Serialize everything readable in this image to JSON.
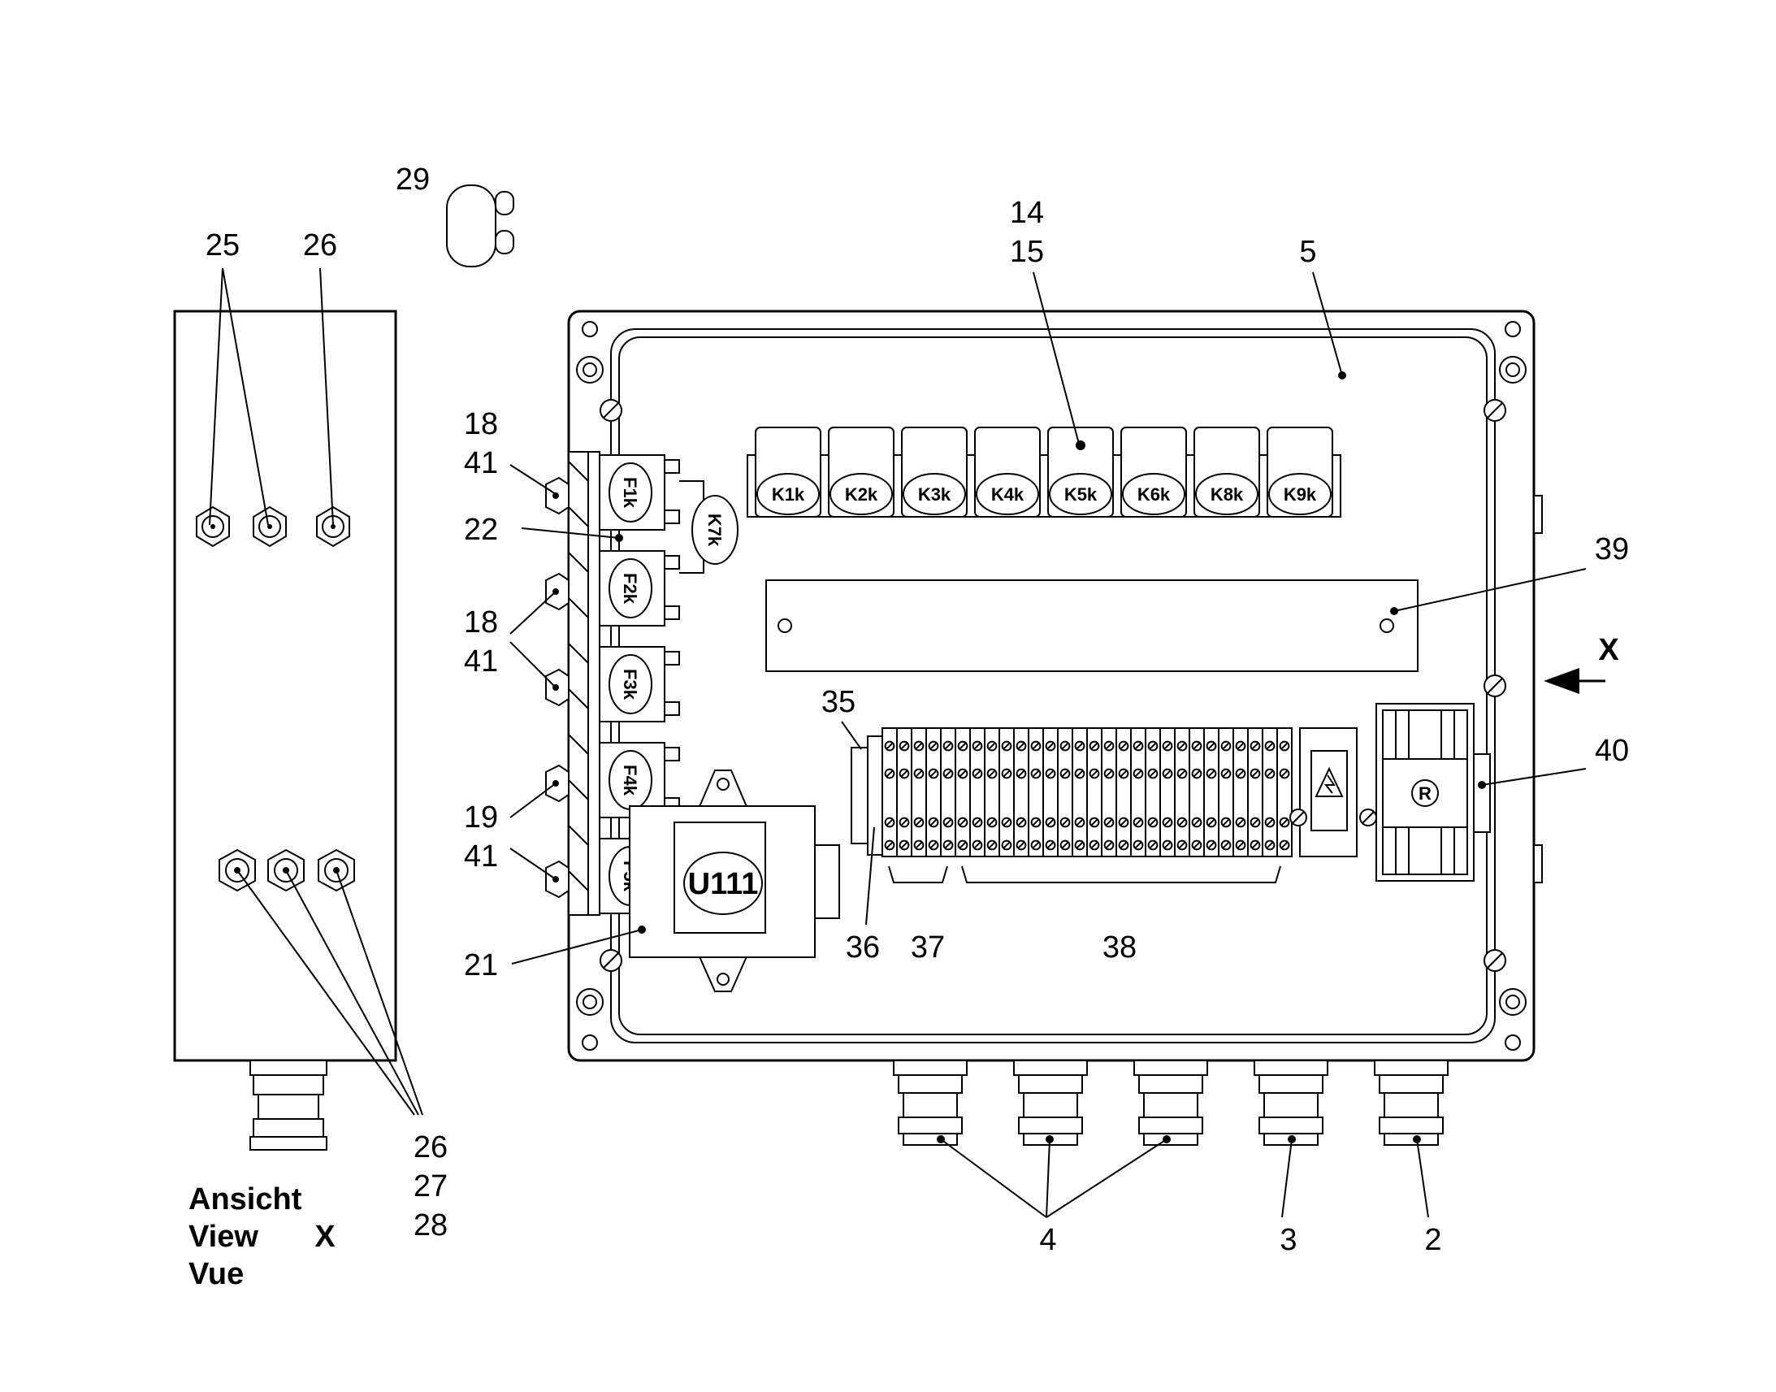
{
  "callouts": {
    "c29": "29",
    "c25": "25",
    "c26_top": "26",
    "c14": "14",
    "c15": "15",
    "c5": "5",
    "c18_a": "18",
    "c41_a": "41",
    "c22": "22",
    "c18_b": "18",
    "c41_b": "41",
    "c19": "19",
    "c41_c": "41",
    "c21": "21",
    "c39": "39",
    "c35": "35",
    "c40": "40",
    "c36": "36",
    "c37": "37",
    "c38": "38",
    "c4": "4",
    "c3": "3",
    "c2": "2",
    "c26_bottom": "26",
    "c27": "27",
    "c28": "28",
    "view_letter": "X",
    "view_marker": "X"
  },
  "relays": [
    "K1k",
    "K2k",
    "K3k",
    "K4k",
    "K5k",
    "K6k",
    "K8k",
    "K9k"
  ],
  "extra_relay": "K7k",
  "fuses": [
    "F1k",
    "F2k",
    "F3k",
    "F4k",
    "F5k"
  ],
  "module_label": "U111",
  "filter_symbol": "R",
  "view_caption": {
    "line1": "Ansicht",
    "line2": "View",
    "line3": "Vue"
  }
}
